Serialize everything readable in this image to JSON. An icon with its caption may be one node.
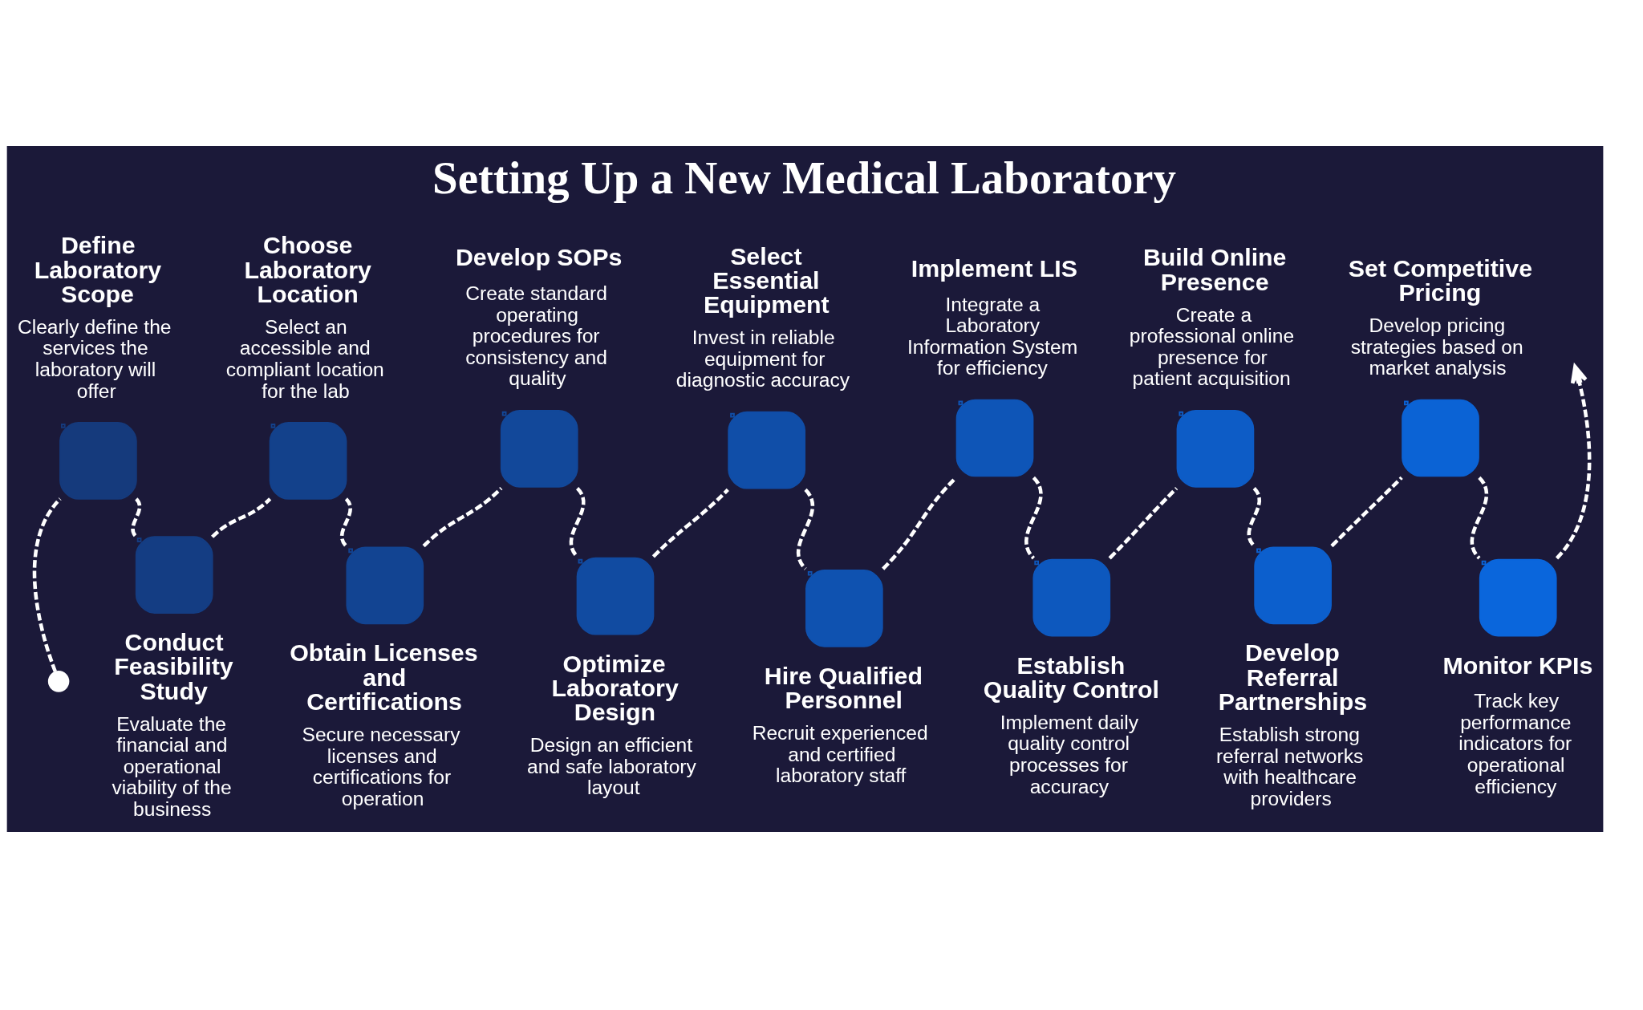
{
  "diagram": {
    "title": "Setting Up a New Medical Laboratory",
    "nodes": [
      {
        "text": [],
        "shape": "circle"
      },
      {
        "text": [
          "Define Laboratory Scope",
          "Clearly define the services the laboratory will offer"
        ]
      },
      {
        "text": [
          "Conduct Feasibility Study",
          "Evaluate the financial and operational viability of the business"
        ]
      },
      {
        "text": [
          "Choose Laboratory Location",
          "Select an accessible and compliant location for the lab"
        ]
      },
      {
        "text": [
          "Obtain Licenses and Certifications",
          "Secure necessary licenses and certifications for operation"
        ]
      },
      {
        "text": [
          "Develop SOPs",
          "Create standard operating procedures for consistency and quality"
        ]
      },
      {
        "text": [
          "Optimize Laboratory Design",
          "Design an efficient and safe laboratory layout"
        ]
      },
      {
        "text": [
          "Select Essential Equipment",
          "Invest in reliable equipment for diagnostic accuracy"
        ]
      },
      {
        "text": [
          "Hire Qualified Personnel",
          "Recruit experienced and certified laboratory staff"
        ]
      },
      {
        "text": [
          "Implement LIS",
          "Integrate a Laboratory Information System for efficiency"
        ]
      },
      {
        "text": [
          "Establish Quality Control",
          "Implement daily quality control processes for accuracy"
        ]
      },
      {
        "text": [
          "Build Online Presence",
          "Create a professional online presence for patient acquisition"
        ]
      },
      {
        "text": [
          "Develop Referral Partnerships",
          "Establish strong referral networks with healthcare providers"
        ]
      },
      {
        "text": [
          "Set Competitive Pricing",
          "Develop pricing strategies based on market analysis"
        ]
      },
      {
        "text": [
          "Monitor KPIs",
          "Track key performance indicators for operational efficiency"
        ]
      }
    ],
    "edges": [
      {
        "from": 0,
        "to": 1,
        "arrow": "none",
        "style": "dashed"
      },
      {
        "from": 1,
        "to": 2,
        "arrow": "none",
        "style": "dashed"
      },
      {
        "from": 2,
        "to": 3,
        "arrow": "none",
        "style": "dashed"
      },
      {
        "from": 3,
        "to": 4,
        "arrow": "none",
        "style": "dashed"
      },
      {
        "from": 4,
        "to": 5,
        "arrow": "none",
        "style": "dashed"
      },
      {
        "from": 5,
        "to": 6,
        "arrow": "none",
        "style": "dashed"
      },
      {
        "from": 6,
        "to": 7,
        "arrow": "none",
        "style": "dashed"
      },
      {
        "from": 7,
        "to": 8,
        "arrow": "none",
        "style": "dashed"
      },
      {
        "from": 8,
        "to": 9,
        "arrow": "none",
        "style": "dashed"
      },
      {
        "from": 9,
        "to": 10,
        "arrow": "none",
        "style": "dashed"
      },
      {
        "from": 10,
        "to": 11,
        "arrow": "none",
        "style": "dashed"
      },
      {
        "from": 11,
        "to": 12,
        "arrow": "none",
        "style": "dashed"
      },
      {
        "from": 12,
        "to": 13,
        "arrow": "none",
        "style": "dashed"
      },
      {
        "from": 13,
        "to": 14,
        "arrow": "none",
        "style": "dashed"
      },
      {
        "from": 14,
        "to": null,
        "arrow": "to",
        "style": "dashed"
      }
    ]
  }
}
